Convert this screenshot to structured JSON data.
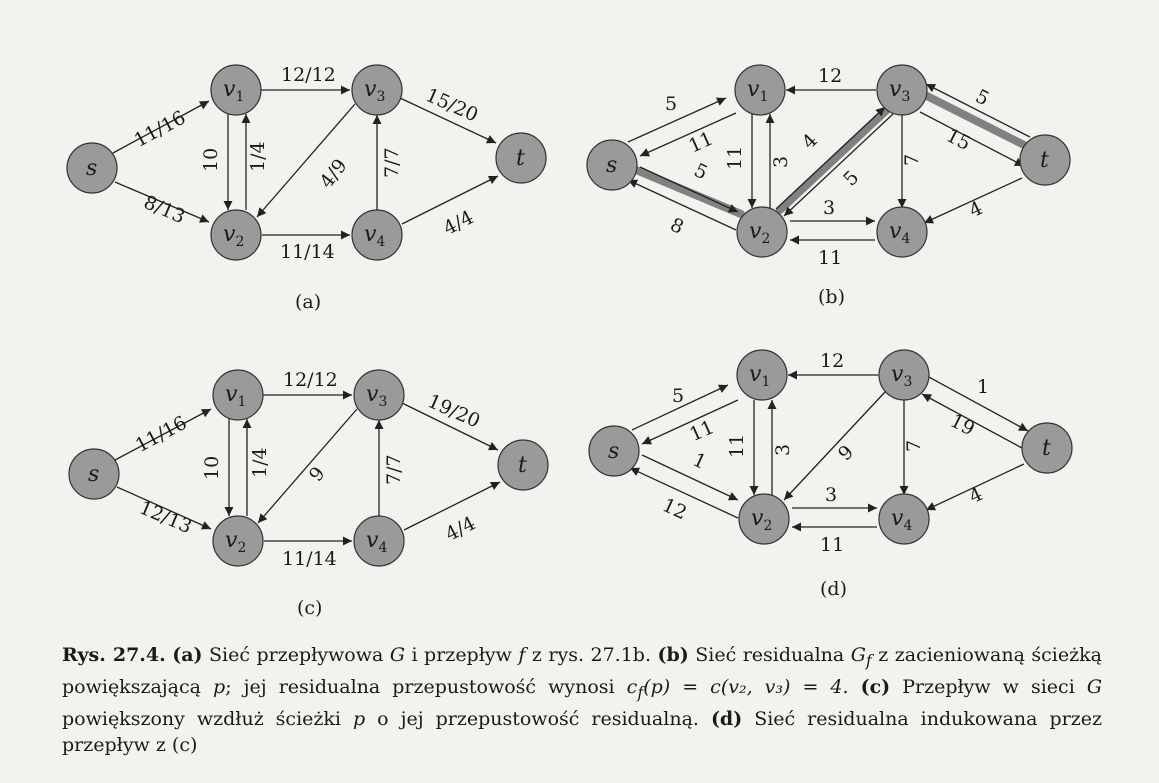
{
  "panels": [
    {
      "id": "a",
      "label": "(a)",
      "nodes": [
        {
          "id": "s",
          "sub": ""
        },
        {
          "id": "v",
          "sub": "1"
        },
        {
          "id": "v",
          "sub": "2"
        },
        {
          "id": "v",
          "sub": "3"
        },
        {
          "id": "v",
          "sub": "4"
        },
        {
          "id": "t",
          "sub": ""
        }
      ],
      "edges": [
        {
          "label": "11/16"
        },
        {
          "label": "8/13"
        },
        {
          "label": "12/12"
        },
        {
          "label": "10"
        },
        {
          "label": "1/4"
        },
        {
          "label": "11/14"
        },
        {
          "label": "4/9"
        },
        {
          "label": "7/7"
        },
        {
          "label": "15/20"
        },
        {
          "label": "4/4"
        }
      ]
    },
    {
      "id": "b",
      "label": "(b)",
      "edges": [
        {
          "label": "5"
        },
        {
          "label": "11"
        },
        {
          "label": "5"
        },
        {
          "label": "8"
        },
        {
          "label": "12"
        },
        {
          "label": "11"
        },
        {
          "label": "3"
        },
        {
          "label": "4"
        },
        {
          "label": "5"
        },
        {
          "label": "7"
        },
        {
          "label": "5"
        },
        {
          "label": "15"
        },
        {
          "label": "3"
        },
        {
          "label": "11"
        },
        {
          "label": "4"
        }
      ]
    },
    {
      "id": "c",
      "label": "(c)",
      "edges": [
        {
          "label": "11/16"
        },
        {
          "label": "12/13"
        },
        {
          "label": "12/12"
        },
        {
          "label": "10"
        },
        {
          "label": "1/4"
        },
        {
          "label": "11/14"
        },
        {
          "label": "9"
        },
        {
          "label": "7/7"
        },
        {
          "label": "19/20"
        },
        {
          "label": "4/4"
        }
      ]
    },
    {
      "id": "d",
      "label": "(d)",
      "edges": [
        {
          "label": "5"
        },
        {
          "label": "11"
        },
        {
          "label": "1"
        },
        {
          "label": "12"
        },
        {
          "label": "12"
        },
        {
          "label": "11"
        },
        {
          "label": "3"
        },
        {
          "label": "9"
        },
        {
          "label": "7"
        },
        {
          "label": "1"
        },
        {
          "label": "19"
        },
        {
          "label": "3"
        },
        {
          "label": "11"
        },
        {
          "label": "4"
        }
      ]
    }
  ],
  "caption": {
    "fig_num": "Rys. 27.4.",
    "a_tag": "(a)",
    "a_text": " Sieć przepływowa ",
    "G1": "G",
    "a_text2": " i przepływ ",
    "f1": "f",
    "a_text3": " z rys. 27.1b. ",
    "b_tag": "(b)",
    "b_text": " Sieć residualna ",
    "Gf": "G",
    "Gf_sub": "f",
    "b_text2": " z zacieniowaną ścieżką powiększającą ",
    "p1": "p",
    "b_text3": "; jej residualna przepustowość wynosi ",
    "cf": "c",
    "cf_sub": "f",
    "b_formula": "(p) = c(v₂, v₃) = 4. ",
    "c_tag": "(c)",
    "c_text": " Przepływ w sieci ",
    "G2": "G",
    "c_text2": " powiększony wzdłuż ścieżki ",
    "p2": "p",
    "c_text3": " o jej przepustowość residualną. ",
    "d_tag": "(d)",
    "d_text": " Sieć residualna indukowana przez przepływ z (c)"
  }
}
